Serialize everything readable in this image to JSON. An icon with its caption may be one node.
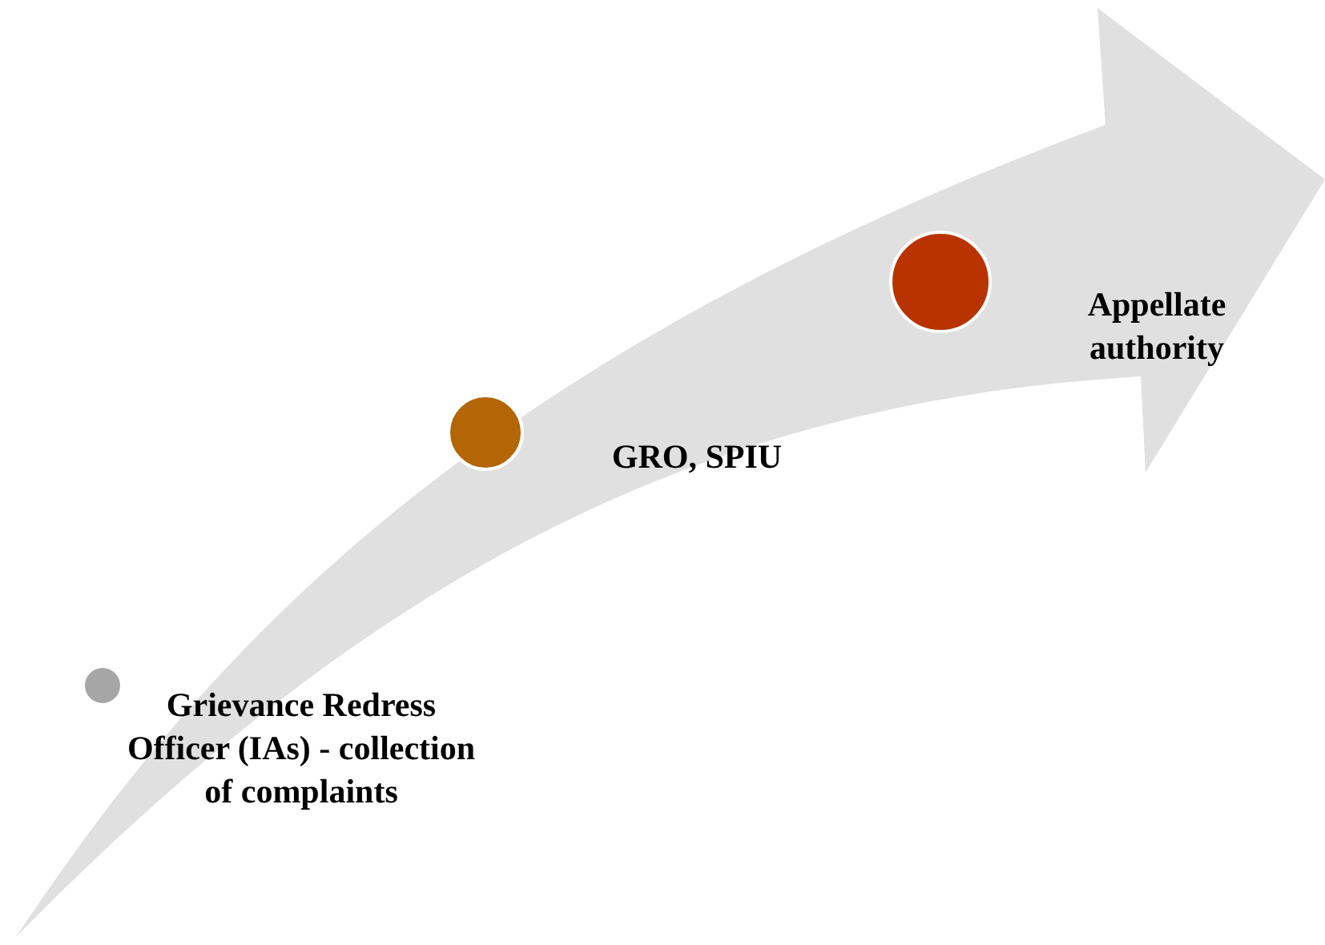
{
  "diagram": {
    "nodes": [
      {
        "text": [],
        "shape": "circle",
        "beside": [
          "Grievance Redress Officer (IAs) - collection of complaints"
        ]
      },
      {
        "text": [],
        "shape": "circle",
        "beside": [
          "GRO, SPIU"
        ]
      },
      {
        "text": [],
        "shape": "circle",
        "beside": [
          "Appellate authority"
        ]
      }
    ]
  }
}
